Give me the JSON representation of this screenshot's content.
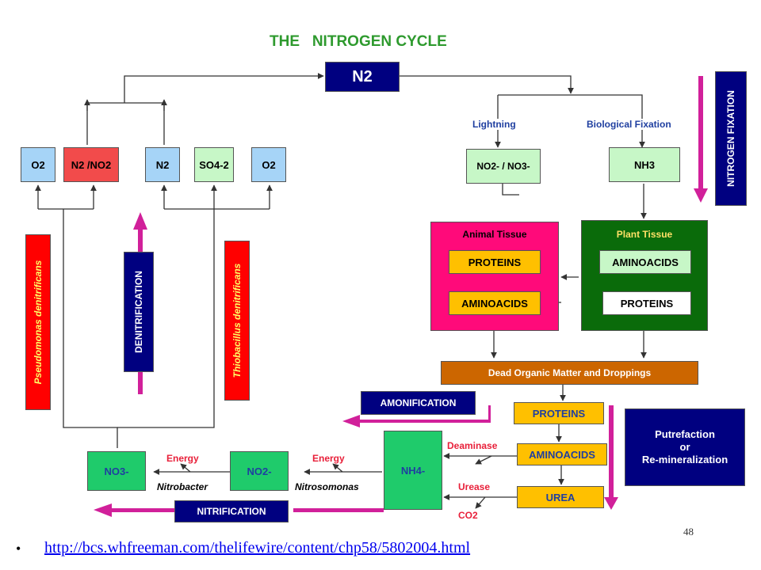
{
  "title": "THE   NITROGEN CYCLE",
  "nodes": {
    "n2_top": "N2",
    "o2_left": "O2",
    "n2_no2": "N2 /NO2",
    "n2_small": "N2",
    "so4": "SO4-2",
    "o2_right": "O2",
    "no2_no3_top": "NO2- / NO3-",
    "nh3": "NH3",
    "dead_organic": "Dead Organic Matter and Droppings",
    "proteins_chain": "PROTEINS",
    "aminoacids_chain": "AMINOACIDS",
    "urea": "UREA",
    "nh4": "NH4-",
    "no2_bottom": "NO2-",
    "no3_bottom": "NO3-"
  },
  "animal_tissue": {
    "title": "Animal Tissue",
    "proteins": "PROTEINS",
    "aminoacids": "AMINOACIDS"
  },
  "plant_tissue": {
    "title": "Plant Tissue",
    "aminoacids": "AMINOACIDS",
    "proteins": "PROTEINS"
  },
  "labels": {
    "lightning": "Lightning",
    "biological_fixation": "Biological Fixation",
    "deaminase": "Deaminase",
    "urease": "Urease",
    "co2": "CO2",
    "energy_left": "Energy",
    "energy_right": "Energy",
    "nitrobacter": "Nitrobacter",
    "nitrosomonas": "Nitrosomonas"
  },
  "process_labels": {
    "nitrogen_fixation": "NITROGEN FIXATION",
    "denitrification": "DENITRIFICATION",
    "amonification": "AMONIFICATION",
    "nitrification": "NITRIFICATION",
    "putrefaction": [
      "Putrefaction",
      "or",
      "Re-mineralization"
    ]
  },
  "bacteria": {
    "pseudomonas": "Pseudomonas denitrificans",
    "thiobacillus": "Thiobacillus denitrificans"
  },
  "footer": {
    "bullet": "•",
    "link": "http://bcs.whfreeman.com/thelifewire/content/chp58/5802004.html",
    "page_number": "48"
  },
  "colors": {
    "title_green": "#2e9a2e",
    "navy": "#000080",
    "blue_label": "#1f3fa0",
    "light_blue": "#a6d4f7",
    "light_green": "#c7f7c7",
    "red": "#f24b4b",
    "red_text": "#e8203a",
    "magenta": "#ff0a7a",
    "dark_green": "#0a6b0a",
    "amber": "#ffc000",
    "brown": "#cc6600",
    "green_box": "#1fcb6b",
    "arrow_magenta": "#d1209a"
  }
}
